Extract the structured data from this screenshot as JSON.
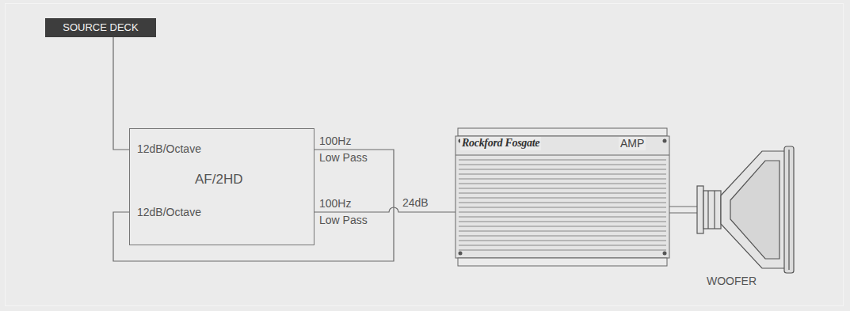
{
  "diagram": {
    "nodes": [
      {
        "text": [
          "SOURCE DECK"
        ]
      },
      {
        "text": [
          "12dB/Octave",
          "AF/2HD",
          "12dB/Octave"
        ]
      },
      {
        "text": [
          "Rockford Fosgate",
          "AMP"
        ]
      },
      {
        "text": [
          "WOOFER"
        ]
      }
    ],
    "edges": [
      {
        "from": 0,
        "to": 1,
        "arrow": "none"
      },
      {
        "from": 1,
        "to": 2,
        "label": "24dB",
        "arrow": "none"
      },
      {
        "from": 2,
        "to": 3,
        "arrow": "none"
      }
    ],
    "labels": [
      "100Hz Low Pass",
      "100Hz Low Pass"
    ]
  }
}
